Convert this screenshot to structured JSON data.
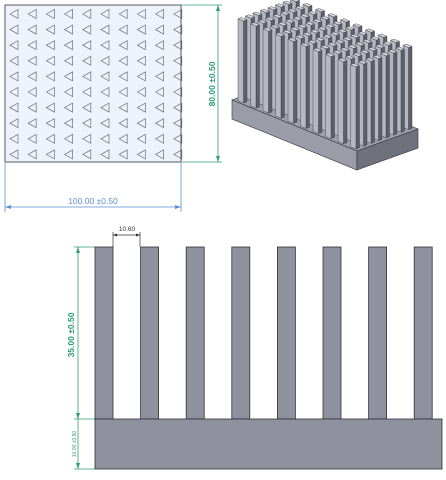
{
  "top_view": {
    "rows": 10,
    "cols": 10,
    "width_dimension": "100.00 ±0.50",
    "height_dimension": "80.00 ±0.50"
  },
  "iso_view": {
    "fin_rows": 8,
    "fin_cols": 10
  },
  "front_view": {
    "fin_count": 8,
    "fin_spacing_dimension": "10.60",
    "fin_height_dimension": "35.00 ±0.50",
    "base_thickness_dimension": "10.00 ±0.50"
  },
  "colors": {
    "plate_fill": "#eef3fb",
    "triangle_stroke": "#6b7078",
    "dim_blue": "#5b8fd0",
    "dim_green": "#2e9e77",
    "metal_light": "#b5b7c1",
    "metal_mid": "#8f929e",
    "metal_dark": "#5d606b",
    "outline": "#2f3138"
  }
}
